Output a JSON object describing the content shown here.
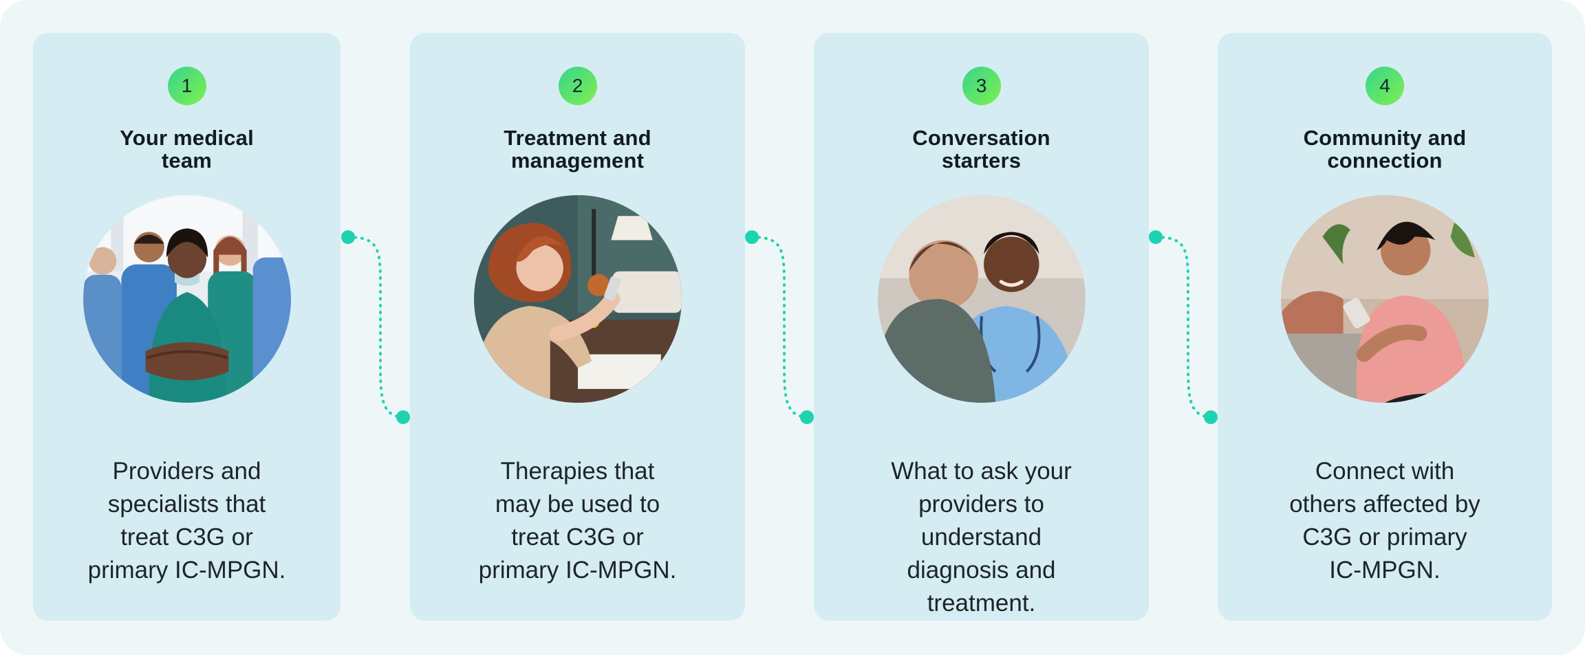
{
  "steps": [
    {
      "number": "1",
      "title_line1": "Your medical",
      "title_line2": "team",
      "description_lines": [
        "Providers and",
        "specialists that",
        "treat C3G or",
        "primary IC-MPGN."
      ],
      "image": "medical-team-photo"
    },
    {
      "number": "2",
      "title_line1": "Treatment and",
      "title_line2": "management",
      "description_lines": [
        "Therapies that",
        "may be used to",
        "treat C3G or",
        "primary IC-MPGN."
      ],
      "image": "woman-with-medication-photo"
    },
    {
      "number": "3",
      "title_line1": "Conversation",
      "title_line2": "starters",
      "description_lines": [
        "What to ask your",
        "providers to",
        "understand",
        "diagnosis and",
        "treatment."
      ],
      "image": "doctor-patient-conversation-photo"
    },
    {
      "number": "4",
      "title_line1": "Community and",
      "title_line2": "connection",
      "description_lines": [
        "Connect with",
        "others affected by",
        "C3G or primary",
        "IC-MPGN."
      ],
      "image": "person-using-phone-photo"
    }
  ],
  "colors": {
    "panel_background": "#eef6f7",
    "card_background": "#d5ecf3",
    "badge_gradient_start": "#36d58e",
    "badge_gradient_end": "#7ff04e",
    "connector": "#1fd3b1"
  }
}
